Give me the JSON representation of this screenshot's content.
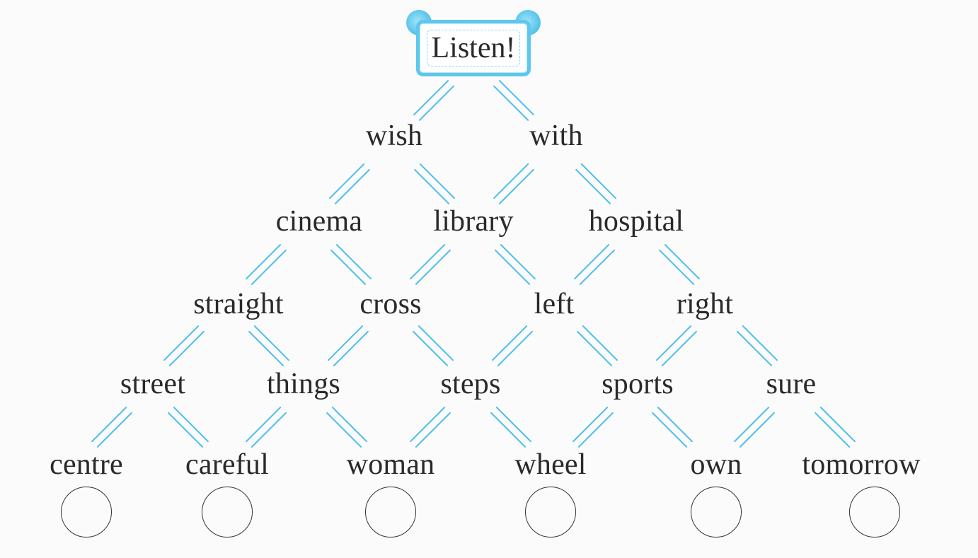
{
  "title": "Listen!",
  "levels": [
    [
      "wish",
      "with"
    ],
    [
      "cinema",
      "library",
      "hospital"
    ],
    [
      "straight",
      "cross",
      "left",
      "right"
    ],
    [
      "street",
      "things",
      "steps",
      "sports",
      "sure"
    ],
    [
      "centre",
      "careful",
      "woman",
      "wheel",
      "own",
      "tomorrow"
    ]
  ],
  "connector_color": "#4fc0ea",
  "accent_color": "#5ec7ee"
}
